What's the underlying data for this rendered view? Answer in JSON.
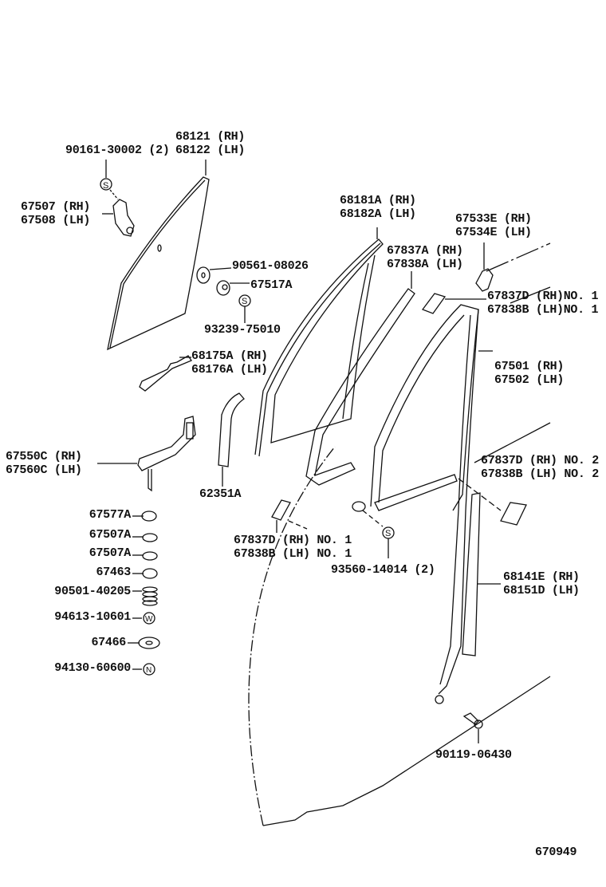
{
  "diagram_id": "670949",
  "parts": {
    "rear_glass": [
      "68121 (RH)",
      "68122 (LH)"
    ],
    "screw_top": "90161-30002 (2)",
    "bracket_upper": [
      "67507 (RH)",
      "67508 (LH)"
    ],
    "nut_90561": "90561-08026",
    "cushion_67517A": "67517A",
    "screw_93239": "93239-75010",
    "seal_68175A": [
      "68175A (RH)",
      "68176A (LH)"
    ],
    "run_68181A": [
      "68181A (RH)",
      "68182A (LH)"
    ],
    "bracket_67533E": [
      "67533E (RH)",
      "67534E (LH)"
    ],
    "weatherstrip_67837A": [
      "67837A (RH)",
      "67838A (LH)"
    ],
    "block_no1_top": [
      "67837D (RH)NO. 1",
      "67838B (LH)NO. 1"
    ],
    "frame_67501": [
      "67501 (RH)",
      "67502 (LH)"
    ],
    "lever_67550C": [
      "67550C (RH)",
      "67560C (LH)"
    ],
    "seal_62351A": "62351A",
    "block_no2": [
      "67837D (RH) NO. 2",
      "67838B (LH) NO. 2"
    ],
    "block_no1_bottom": [
      "67837D (RH) NO. 1",
      "67838B (LH) NO. 1"
    ],
    "screw_93560": "93560-14014 (2)",
    "small_parts": [
      "67577A",
      "67507A",
      "67507A",
      "67463",
      "90501-40205",
      "94613-10601",
      "67466",
      "94130-60600"
    ],
    "channel_68141E": [
      "68141E (RH)",
      "68151D (LH)"
    ],
    "bolt_90119": "90119-06430"
  },
  "symbols": {
    "screw": "S",
    "washer": "W",
    "nut": "N"
  }
}
